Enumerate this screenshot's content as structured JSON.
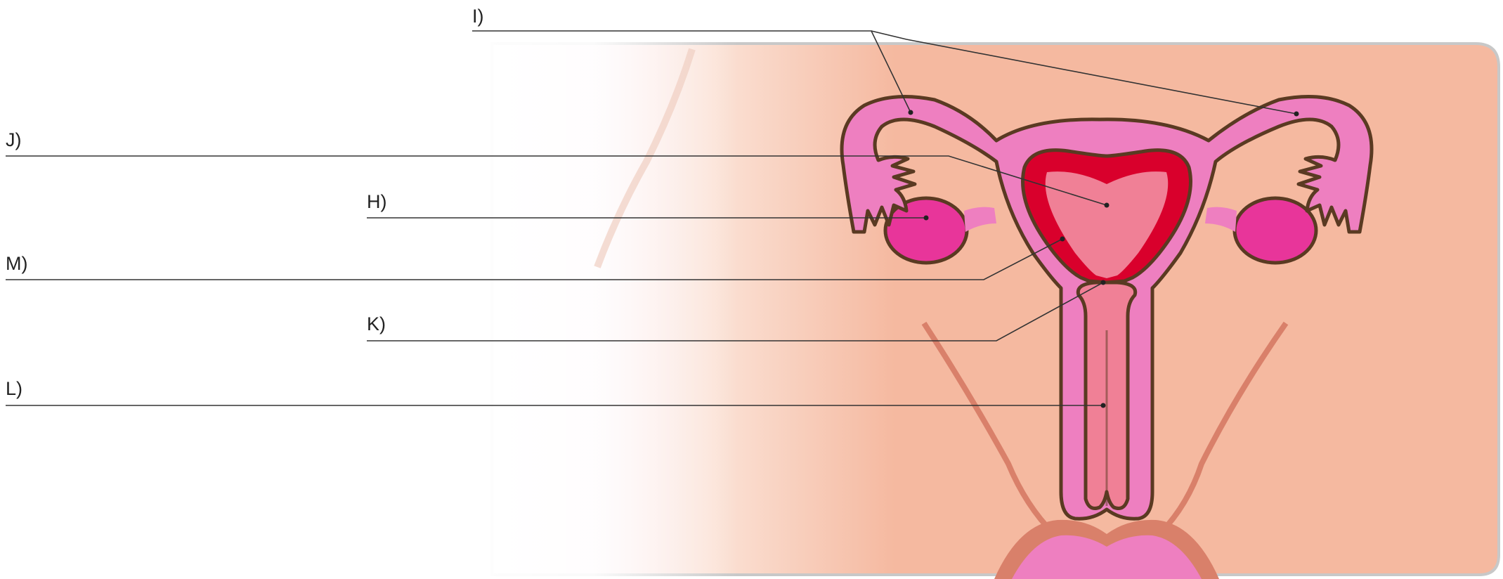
{
  "labels": [
    {
      "id": "I",
      "text": "I)"
    },
    {
      "id": "J",
      "text": "J)"
    },
    {
      "id": "H",
      "text": "H)"
    },
    {
      "id": "M",
      "text": "M)"
    },
    {
      "id": "K",
      "text": "K)"
    },
    {
      "id": "L",
      "text": "L)"
    }
  ],
  "colors": {
    "skin": "#f5b9a0",
    "skin_crease": "#d9806a",
    "uterus_wall": "#ee7fc0",
    "uterus_outline": "#5a3a22",
    "endometrium": "#d9002c",
    "cavity": "#f08096",
    "ovary": "#e8359a",
    "vulva": "#ee7fc0",
    "leader_line": "#333333",
    "frame": "#c8c8c8"
  }
}
